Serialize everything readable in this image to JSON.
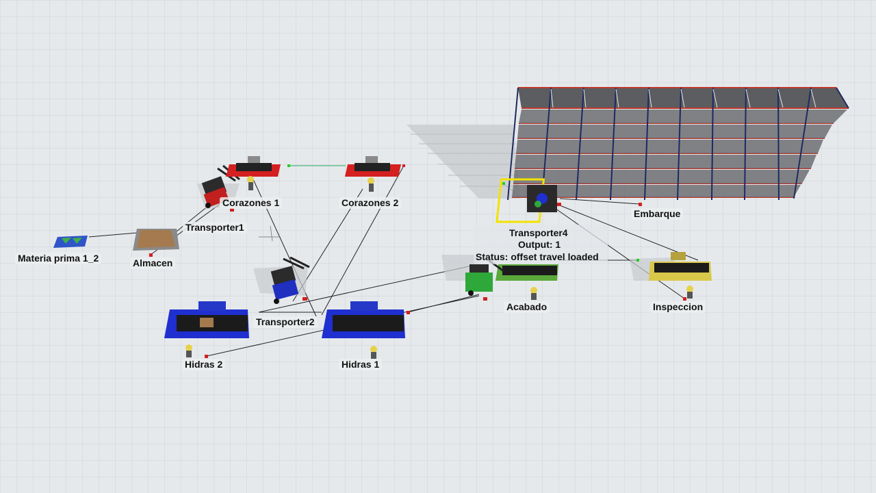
{
  "scene": {
    "objects": [
      {
        "id": "materia-prima",
        "label": "Materia prima 1_2",
        "kind": "source"
      },
      {
        "id": "almacen",
        "label": "Almacen",
        "kind": "queue"
      },
      {
        "id": "transporter1",
        "label": "Transporter1",
        "kind": "forklift",
        "color": "#c81e1e"
      },
      {
        "id": "corazones-1",
        "label": "Corazones 1",
        "kind": "processor",
        "color": "#d42020"
      },
      {
        "id": "corazones-2",
        "label": "Corazones 2",
        "kind": "processor",
        "color": "#d42020"
      },
      {
        "id": "transporter2",
        "label": "Transporter2",
        "kind": "forklift",
        "color": "#1f2fbf"
      },
      {
        "id": "hidras-2",
        "label": "Hidras 2",
        "kind": "processor",
        "color": "#1f2fd0"
      },
      {
        "id": "hidras-1",
        "label": "Hidras 1",
        "kind": "processor",
        "color": "#1f2fd0"
      },
      {
        "id": "acabado",
        "label": "Acabado",
        "kind": "processor",
        "color": "#5aa83a"
      },
      {
        "id": "inspeccion",
        "label": "Inspeccion",
        "kind": "processor",
        "color": "#d8c84a"
      },
      {
        "id": "embarque",
        "label": "Embarque",
        "kind": "rack",
        "color": "#c0392b"
      },
      {
        "id": "transporter4",
        "label": "Transporter4",
        "kind": "robot",
        "color": "#f2e200"
      }
    ],
    "transporter4_status": {
      "name": "Transporter4",
      "output": "Output: 1",
      "status": "Status: offset travel loaded"
    }
  }
}
